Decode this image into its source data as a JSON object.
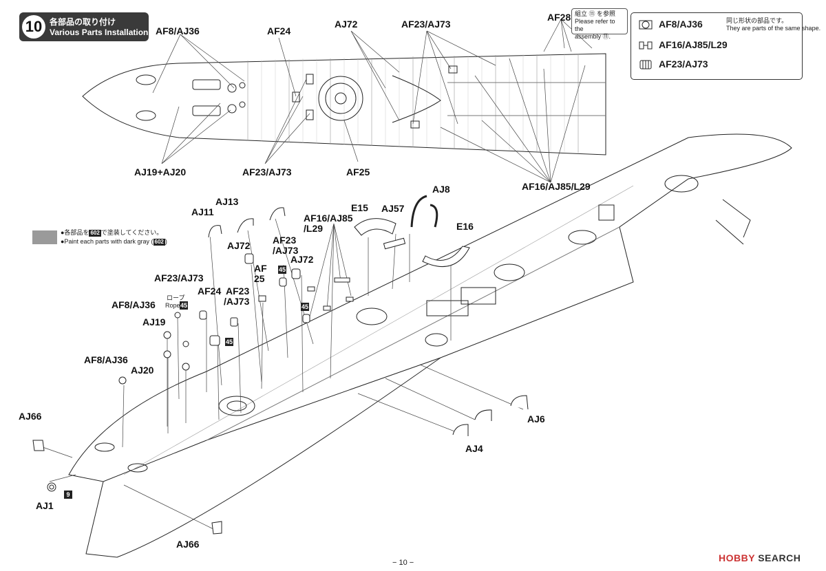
{
  "step": {
    "number": "10",
    "title_jp": "各部品の取り付け",
    "title_en": "Various Parts Installation"
  },
  "reference_note": {
    "line1": "組立 ⑪ を参照",
    "line2": "Please refer to the",
    "line3": "assembly ⑪."
  },
  "legend": [
    {
      "icon": "ring-part-icon",
      "label": "AF8/AJ36",
      "note_jp": "同じ形状の部品です。",
      "note_en": "They are parts of the same shape."
    },
    {
      "icon": "double-bracket-part-icon",
      "label": "AF16/AJ85/L29"
    },
    {
      "icon": "reel-part-icon",
      "label": "AF23/AJ73"
    }
  ],
  "paint_note": {
    "line1_prefix": "●各部品を",
    "line1_code": "602",
    "line1_suffix": "で塗装してください。",
    "line2_prefix": "●Paint each parts with dark gray (",
    "line2_code": "602",
    "line2_suffix": ")"
  },
  "top_labels": {
    "af8_aj36": "AF8/AJ36",
    "af24": "AF24",
    "aj72": "AJ72",
    "af23_aj73": "AF23/AJ73",
    "af28": "AF28",
    "aj19_aj20": "AJ19+AJ20",
    "af23_aj73_bottom": "AF23/AJ73",
    "af25": "AF25",
    "af16_aj85_l29": "AF16/AJ85/L29"
  },
  "bottom_labels": {
    "aj13": "AJ13",
    "aj11": "AJ11",
    "e15": "E15",
    "aj57": "AJ57",
    "aj8": "AJ8",
    "e16": "E16",
    "af16_aj85": "AF16/AJ85",
    "l29": "/L29",
    "aj72_a": "AJ72",
    "af23_a": "AF23",
    "aj73_a": "/AJ73",
    "af_25_a": "AF",
    "af_25_b": "25",
    "aj72_b": "AJ72",
    "af23_aj73_left": "AF23/AJ73",
    "af24": "AF24",
    "af23_b": "AF23",
    "aj73_b": "/AJ73",
    "af8_aj36_a": "AF8/AJ36",
    "rope_jp": "ロープ",
    "rope_en": "Rope",
    "aj19": "AJ19",
    "af8_aj36_b": "AF8/AJ36",
    "aj20": "AJ20",
    "aj66_top": "AJ66",
    "aj1": "AJ1",
    "aj66_bottom": "AJ66",
    "aj6": "AJ6",
    "aj4": "AJ4"
  },
  "badges": {
    "rope_code": "45",
    "code_45_a": "45",
    "code_45_b": "45",
    "code_45_c": "45",
    "code_9": "9"
  },
  "page_number": "− 10 −",
  "watermark": {
    "brand": "HOBBY",
    "word": "SEARCH"
  }
}
